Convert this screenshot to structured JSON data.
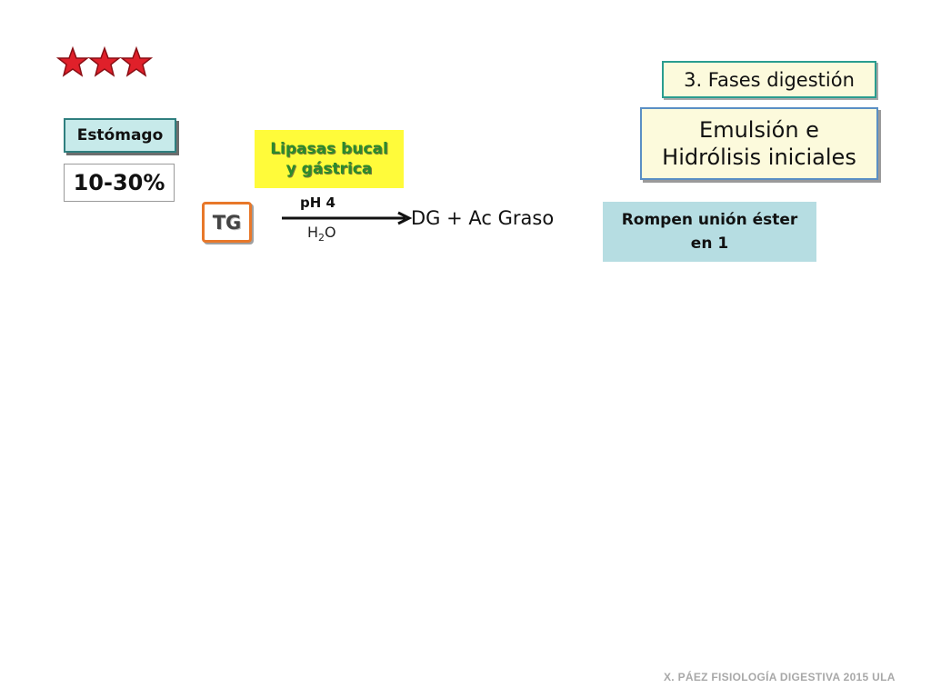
{
  "stars": {
    "count": 3,
    "color": "#e0202a"
  },
  "section_label": "3. Fases digestión",
  "title": {
    "line1": "Emulsión e",
    "line2": "Hidrólisis iniciales"
  },
  "location": "Estómago",
  "percentage": "10-30%",
  "enzyme": {
    "line1": "Lipasas bucal",
    "line2": "y gástrica"
  },
  "reaction": {
    "substrate": "TG",
    "condition_top": "pH 4",
    "condition_bottom_base": "H",
    "condition_bottom_sub": "2",
    "condition_bottom_tail": "O",
    "product": "DG + Ac Graso"
  },
  "note": {
    "line1": "Rompen unión éster",
    "line2": "en 1"
  },
  "footer": "X. PÁEZ   FISIOLOGÍA DIGESTIVA 2015 ULA"
}
